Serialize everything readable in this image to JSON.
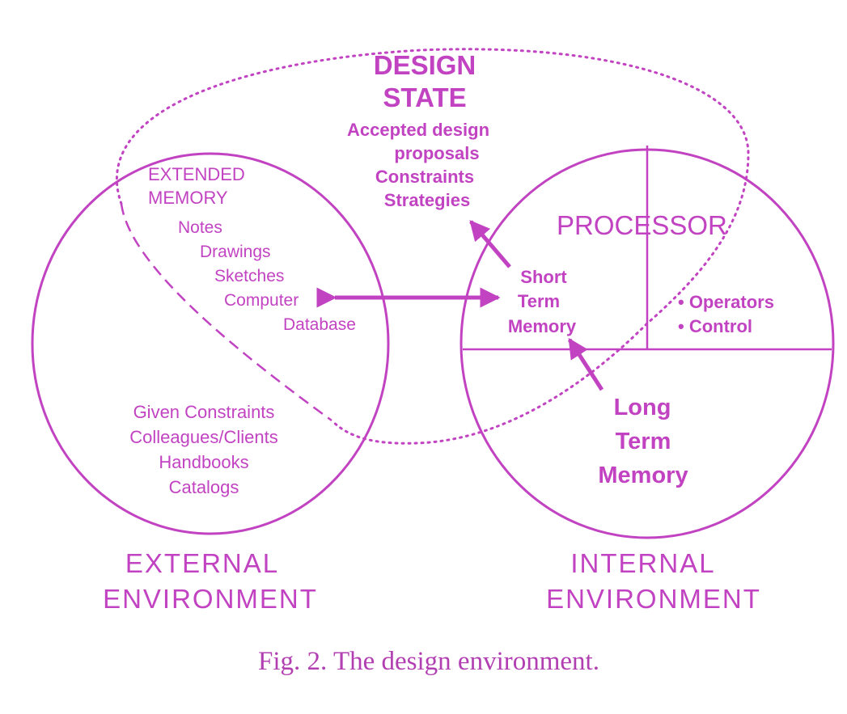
{
  "colors": {
    "accent": "#c243c2",
    "caption": "#b23fb2",
    "background": "#ffffff"
  },
  "design_state": {
    "title_line1": "DESIGN",
    "title_line2": "STATE",
    "items": [
      "Accepted design",
      "proposals",
      "Constraints",
      "Strategies"
    ]
  },
  "extended_memory": {
    "title_line1": "EXTENDED",
    "title_line2": "MEMORY",
    "items": [
      "Notes",
      "Drawings",
      "Sketches",
      "Computer",
      "Database"
    ]
  },
  "external_items": [
    "Given Constraints",
    "Colleagues/Clients",
    "Handbooks",
    "Catalogs"
  ],
  "external_label": {
    "line1": "EXTERNAL",
    "line2": "ENVIRONMENT"
  },
  "processor": {
    "title": "PROCESSOR",
    "items": [
      "• Operators",
      "• Control"
    ]
  },
  "short_term_memory": [
    "Short",
    "Term",
    "Memory"
  ],
  "long_term_memory": [
    "Long",
    "Term",
    "Memory"
  ],
  "internal_label": {
    "line1": "INTERNAL",
    "line2": "ENVIRONMENT"
  },
  "caption": "Fig. 2. The design environment."
}
